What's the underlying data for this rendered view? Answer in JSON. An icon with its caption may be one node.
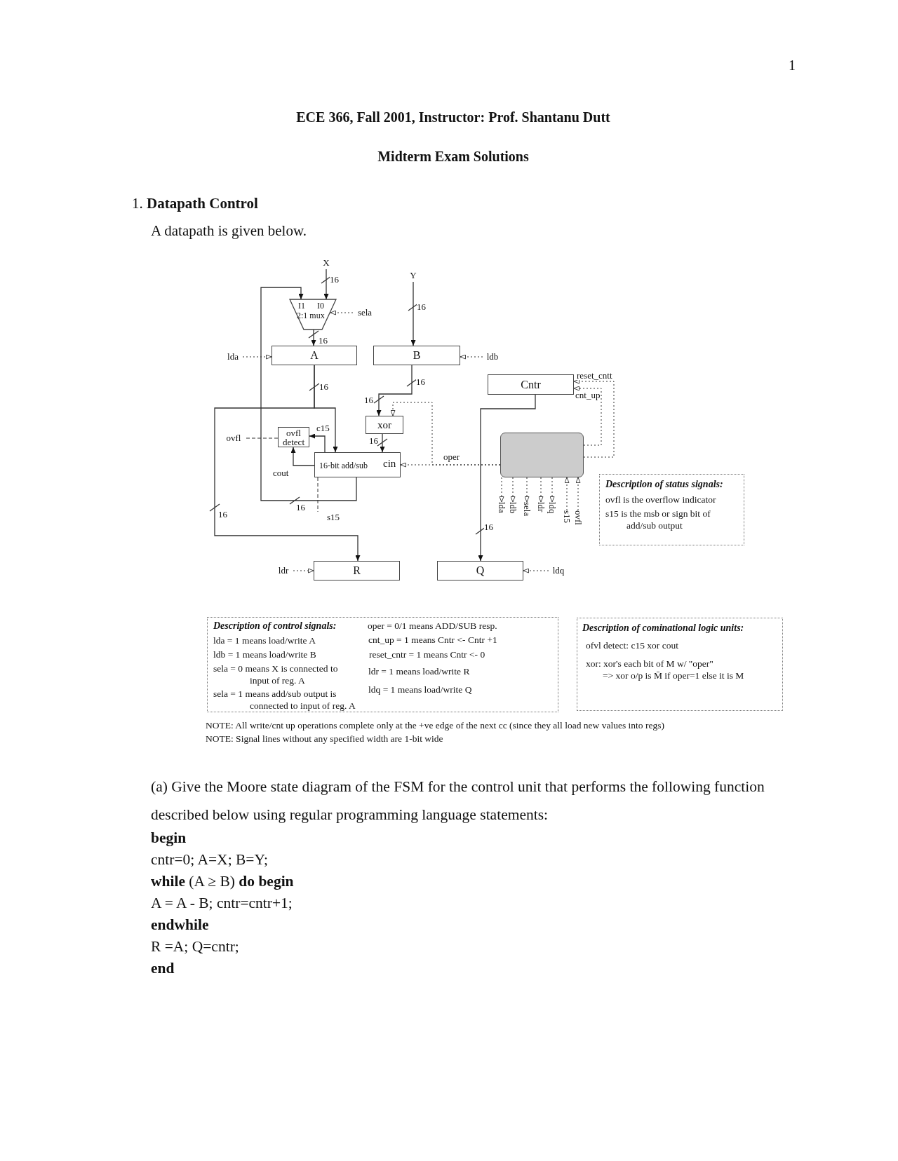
{
  "diagram": {
    "title": "ECE 366, Fall 2001, Instructor: Prof. Shantanu Dutt",
    "nodes": [
      {
        "text": [
          "X"
        ]
      },
      {
        "text": [
          "Y"
        ]
      },
      {
        "text": [
          "I1",
          "I0",
          "2:1 mux"
        ]
      },
      {
        "text": [
          "sela"
        ]
      },
      {
        "text": [
          "lda"
        ]
      },
      {
        "text": [
          "A"
        ]
      },
      {
        "text": [
          "B"
        ]
      },
      {
        "text": [
          "ldb"
        ]
      },
      {
        "text": [
          "Cntr"
        ]
      },
      {
        "text": [
          "xor"
        ]
      },
      {
        "text": [
          "ovfl detect"
        ]
      },
      {
        "text": [
          "ovfl"
        ]
      },
      {
        "text": [
          "16-bit add/sub",
          "cin"
        ]
      },
      {
        "text": [],
        "shape": "box"
      },
      {
        "text": [
          "s15"
        ]
      },
      {
        "text": [
          "lda"
        ]
      },
      {
        "text": [
          "ldb"
        ]
      },
      {
        "text": [
          "sela"
        ]
      },
      {
        "text": [
          "ldr"
        ]
      },
      {
        "text": [
          "ldq"
        ]
      },
      {
        "text": [
          "s15"
        ]
      },
      {
        "text": [
          "ovfl"
        ]
      },
      {
        "text": [
          "R"
        ]
      },
      {
        "text": [
          "Q"
        ]
      },
      {
        "text": [
          "ldr"
        ]
      },
      {
        "text": [
          "ldq"
        ]
      },
      {
        "text": [
          "Description of status signals:",
          "ovfl is the overflow indicator",
          "s15 is the msb or sign bit of add/sub output"
        ]
      },
      {
        "text": [
          "Description of control signals:",
          "lda = 1 means load/write A",
          "ldb = 1 means load/write B",
          "sela = 0 means X is connected to input of reg. A",
          "sela = 1 means add/sub output is connected to input of reg. A",
          "oper = 0/1 means ADD/SUB resp.",
          "cnt_up = 1 means Cntr <- Cntr +1",
          "reset_cntr = 1 means Cntr <- 0",
          "ldr = 1 means load/write R",
          "ldq = 1 means load/write Q"
        ]
      },
      {
        "text": [
          "Description of cominational logic units:",
          "ofvl detect: c15 xor cout",
          "xor: xor's each bit of M w/ \"oper\"",
          "=> xor o/p is M̄ if oper=1 else it is M"
        ]
      }
    ],
    "edges": [
      {
        "from": 0,
        "to": 2,
        "arrow": "to",
        "label": "16"
      },
      {
        "from": 12,
        "to": 2,
        "arrow": "to",
        "label": "16"
      },
      {
        "from": 2,
        "to": 5,
        "arrow": "to",
        "label": "16"
      },
      {
        "from": 3,
        "to": 2,
        "arrow": "to",
        "style": "dashed"
      },
      {
        "from": 4,
        "to": 5,
        "arrow": "to",
        "style": "dashed"
      },
      {
        "from": 1,
        "to": 6,
        "arrow": "to",
        "label": "16"
      },
      {
        "from": 7,
        "to": 6,
        "arrow": "to",
        "style": "dashed"
      },
      {
        "from": 5,
        "to": 12,
        "arrow": "to",
        "label": "16"
      },
      {
        "from": 5,
        "to": 22,
        "arrow": "to",
        "label": "16"
      },
      {
        "from": 6,
        "to": 9,
        "arrow": "to",
        "label": "16"
      },
      {
        "from": 9,
        "to": 12,
        "arrow": "to",
        "label": "16"
      },
      {
        "from": 12,
        "to": 10,
        "arrow": "to",
        "label": "c15"
      },
      {
        "from": 12,
        "to": 10,
        "arrow": "to",
        "label": "cout"
      },
      {
        "from": 10,
        "to": 11,
        "arrow": "none",
        "style": "dashed"
      },
      {
        "from": 12,
        "to": 14,
        "arrow": "none",
        "style": "dashed"
      },
      {
        "from": 13,
        "to": 12,
        "arrow": "to",
        "style": "dashed",
        "label": "oper"
      },
      {
        "from": 13,
        "to": 9,
        "arrow": "to",
        "style": "dashed"
      },
      {
        "from": 13,
        "to": 8,
        "arrow": "to",
        "style": "dashed",
        "label": "reset_cntt"
      },
      {
        "from": 13,
        "to": 8,
        "arrow": "to",
        "style": "dashed",
        "label": "cnt_up"
      },
      {
        "from": 8,
        "to": 23,
        "arrow": "to",
        "label": "16"
      },
      {
        "from": 24,
        "to": 22,
        "arrow": "to",
        "style": "dashed"
      },
      {
        "from": 25,
        "to": 23,
        "arrow": "to",
        "style": "dashed"
      },
      {
        "from": 13,
        "to": 15,
        "arrow": "to",
        "style": "dashed"
      },
      {
        "from": 13,
        "to": 16,
        "arrow": "to",
        "style": "dashed"
      },
      {
        "from": 13,
        "to": 17,
        "arrow": "to",
        "style": "dashed"
      },
      {
        "from": 13,
        "to": 18,
        "arrow": "to",
        "style": "dashed"
      },
      {
        "from": 13,
        "to": 19,
        "arrow": "to",
        "style": "dashed"
      },
      {
        "from": 20,
        "to": 13,
        "arrow": "to",
        "style": "dashed"
      },
      {
        "from": 21,
        "to": 13,
        "arrow": "to",
        "style": "dashed"
      }
    ],
    "labels": [
      "1",
      "Midterm Exam Solutions",
      "1. **Datapath Control**",
      "A datapath is given below.",
      "16",
      "NOTE: All write/cnt up operations complete only at the +ve edge of the next cc (since they all load new values into regs)",
      "NOTE: Signal lines without any specified width are 1-bit wide",
      "(a) Give the Moore state diagram of the FSM for the control unit that performs the following function described below using regular programming language statements:",
      "begin",
      "cntr=0; A=X; B=Y;",
      "**while** (A ≥ B) **do begin**",
      "A = A - B; cntr=cntr+1;",
      "endwhile",
      "R =A; Q=cntr;",
      "end"
    ]
  }
}
